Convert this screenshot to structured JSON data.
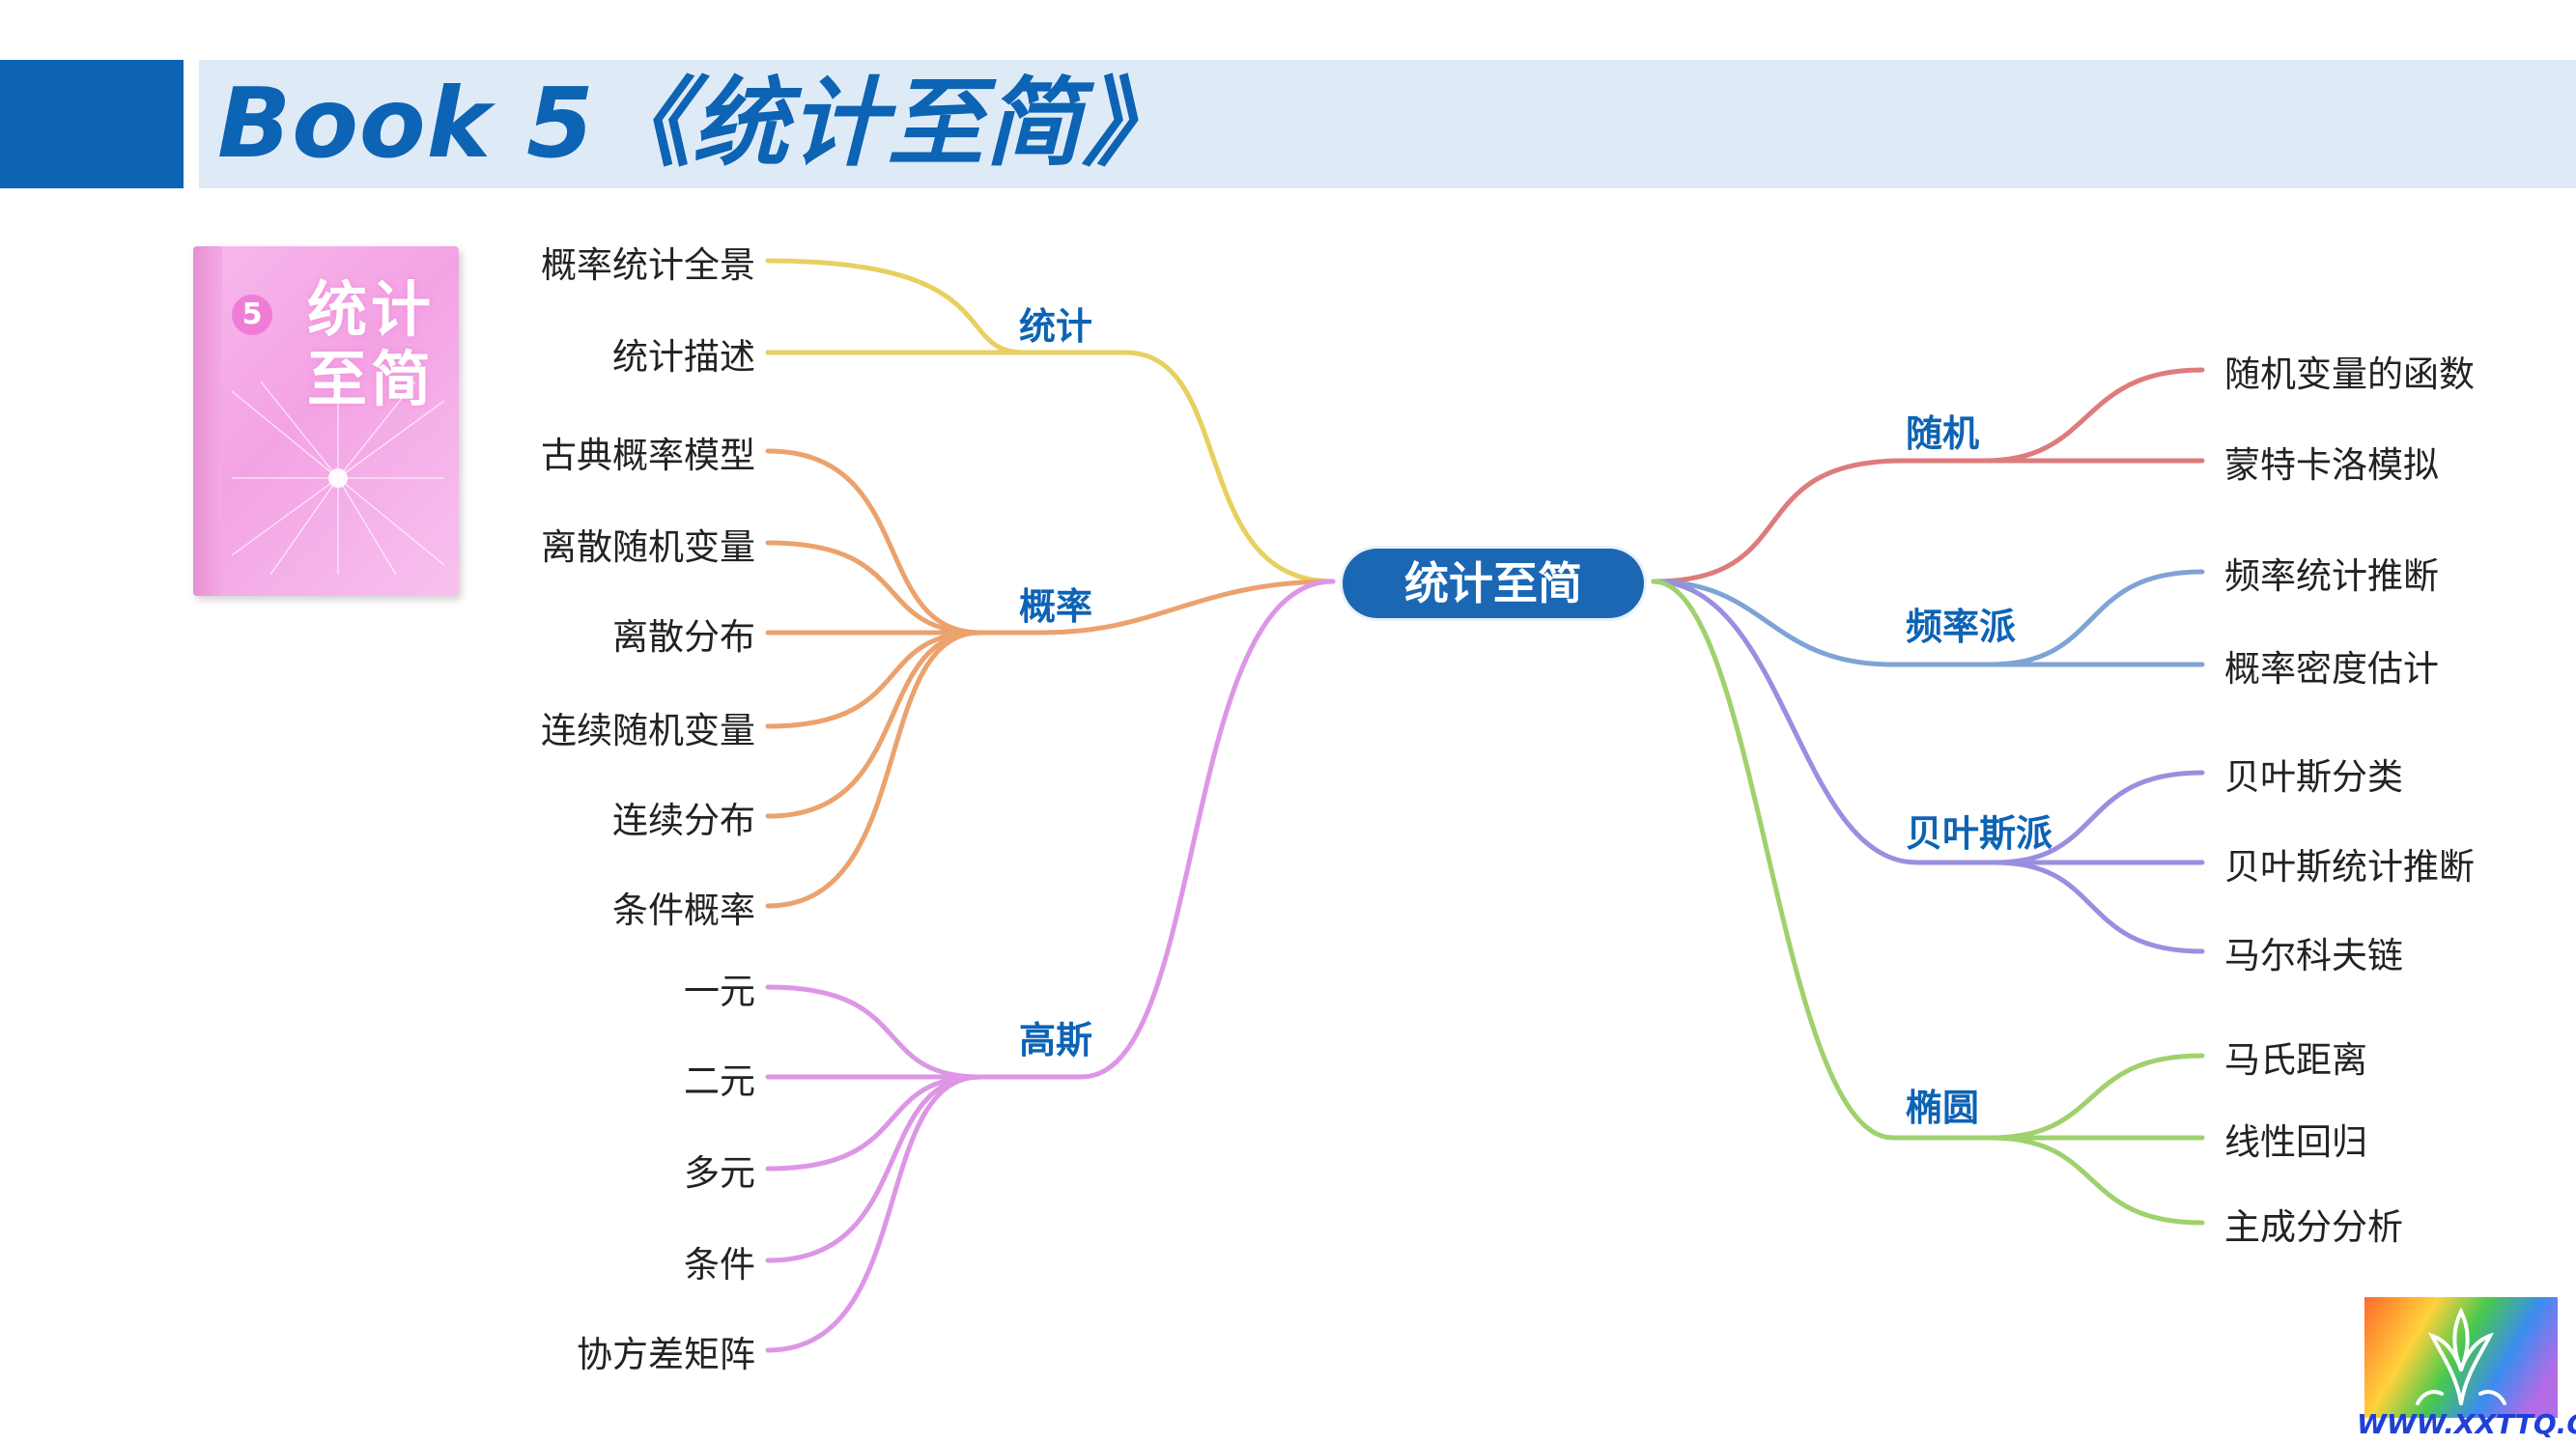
{
  "header": {
    "title": "Book 5《统计至简》"
  },
  "book": {
    "badge": "5",
    "title": "统计至简"
  },
  "center": "统计至简",
  "branches": {
    "tongji": {
      "label": "统计",
      "color": "#e8d060",
      "items": [
        "概率统计全景",
        "统计描述"
      ]
    },
    "gailv": {
      "label": "概率",
      "color": "#eba26d",
      "items": [
        "古典概率模型",
        "离散随机变量",
        "离散分布",
        "连续随机变量",
        "连续分布",
        "条件概率"
      ]
    },
    "gaosi": {
      "label": "高斯",
      "color": "#dd96e5",
      "items": [
        "一元",
        "二元",
        "多元",
        "条件",
        "协方差矩阵"
      ]
    },
    "suiji": {
      "label": "随机",
      "color": "#de7b7b",
      "items": [
        "随机变量的函数",
        "蒙特卡洛模拟"
      ]
    },
    "pinlv": {
      "label": "频率派",
      "color": "#7ea3d6",
      "items": [
        "频率统计推断",
        "概率密度估计"
      ]
    },
    "beiyesi": {
      "label": "贝叶斯派",
      "color": "#9a8ee0",
      "items": [
        "贝叶斯分类",
        "贝叶斯统计推断",
        "马尔科夫链"
      ]
    },
    "tuoyuan": {
      "label": "椭圆",
      "color": "#9fd16d",
      "items": [
        "马氏距离",
        "线性回归",
        "主成分分析"
      ]
    }
  },
  "logo": {
    "text": "WWW.XXTTQ.COM"
  }
}
